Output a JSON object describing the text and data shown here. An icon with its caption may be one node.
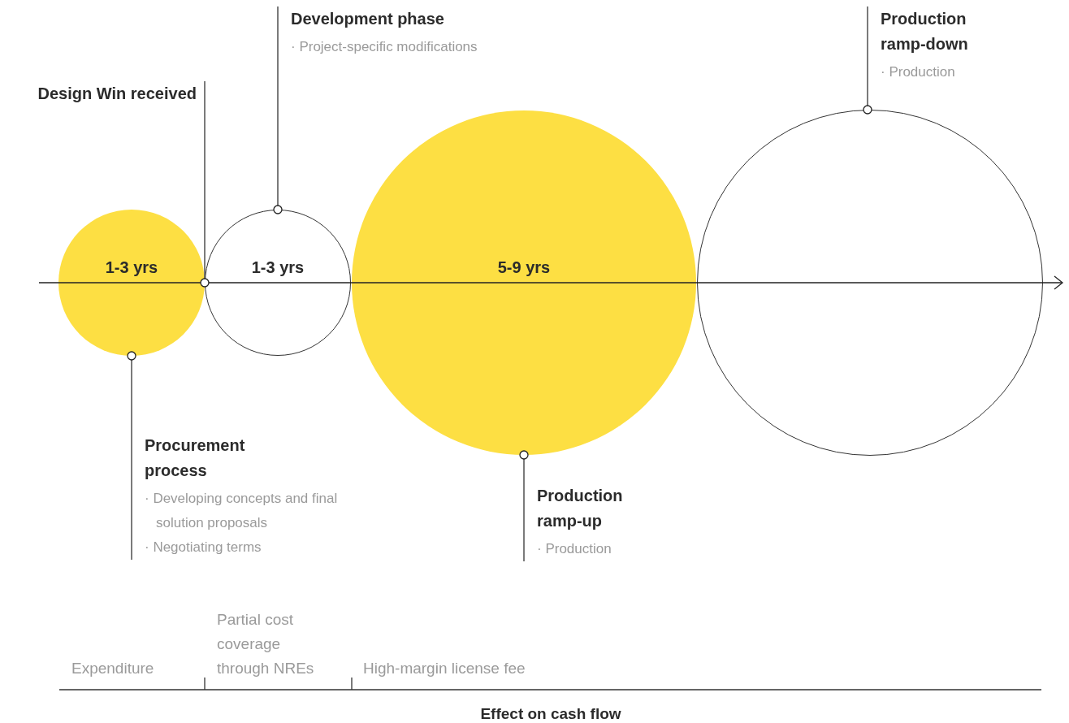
{
  "diagram": {
    "nodes": [
      {
        "text": [
          "1-3 yrs"
        ]
      },
      {
        "text": [
          "1-3 yrs"
        ]
      },
      {
        "text": [
          "5-9 yrs"
        ]
      },
      {
        "text": [],
        "shape": "circle"
      },
      {
        "text": [
          "Design Win received"
        ]
      },
      {
        "text": [
          "Development phase",
          "· Project-specific modifications"
        ]
      },
      {
        "text": [
          "Production ramp-down",
          "· Production"
        ]
      },
      {
        "text": [
          "Procurement process",
          "· Developing concepts and final solution proposals",
          "· Negotiating terms"
        ]
      },
      {
        "text": [
          "Production ramp-up",
          "· Production"
        ]
      }
    ],
    "edges": [
      {
        "from": 4,
        "to": 0,
        "arrow": "other"
      },
      {
        "from": 5,
        "to": 1,
        "arrow": "other"
      },
      {
        "from": 6,
        "to": 3,
        "arrow": "other"
      },
      {
        "from": 7,
        "to": 0,
        "arrow": "other"
      },
      {
        "from": 8,
        "to": 2,
        "arrow": "other"
      }
    ],
    "labels": [
      "Partial cost coverage through NREs",
      "Expenditure",
      "High-margin license fee",
      "Effect on cash flow"
    ]
  }
}
